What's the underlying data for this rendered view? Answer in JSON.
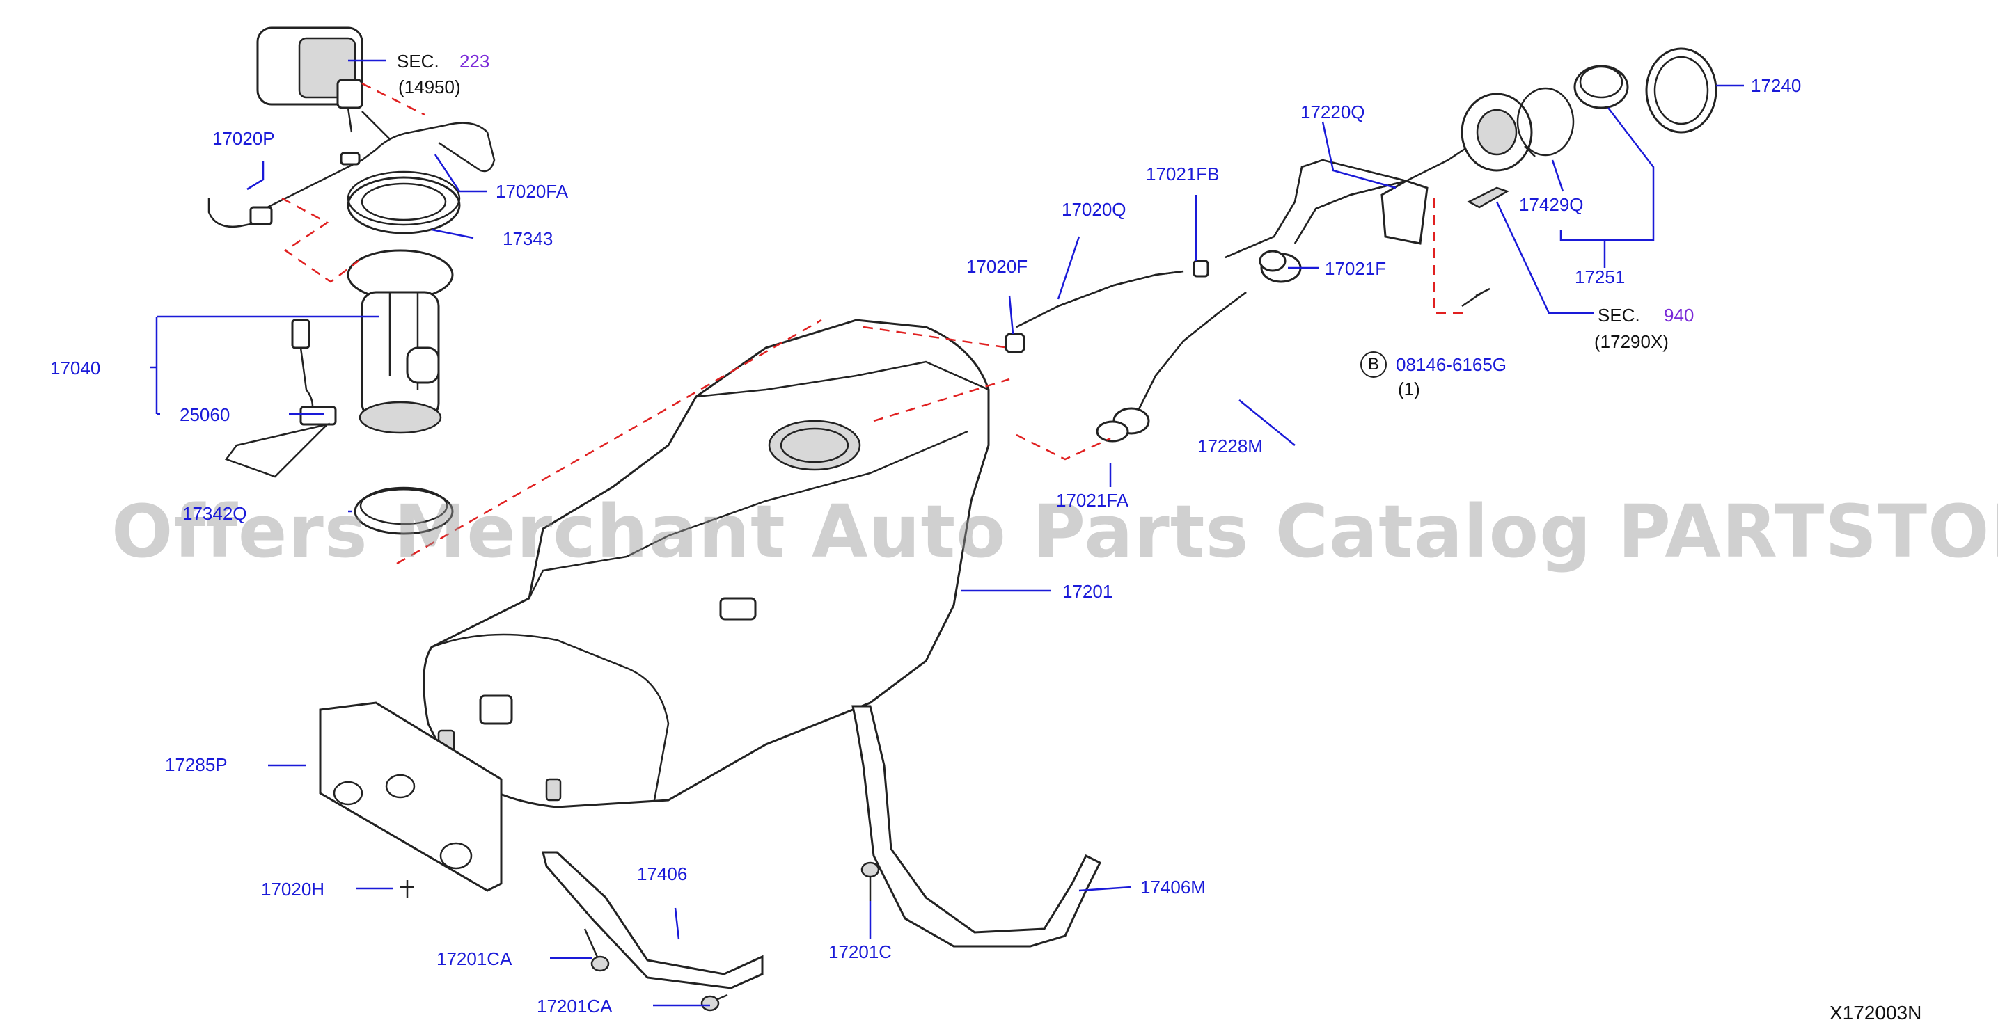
{
  "diagram": {
    "code": "X172003N",
    "watermark": "Offers Merchant Auto Parts Catalog PARTSTORE.SA",
    "colors": {
      "part_label": "#1a1ad8",
      "section_ref": "#7a2ad8",
      "text": "#111111",
      "leader": "#1a1ad8",
      "dashed": "#e02020"
    },
    "labels": {
      "l17020P": "17020P",
      "l17020FA": "17020FA",
      "l17343": "17343",
      "l17040": "17040",
      "l25060": "25060",
      "l17342Q": "17342Q",
      "l17020Q": "17020Q",
      "l17021FB": "17021FB",
      "l17020F": "17020F",
      "l17021F": "17021F",
      "l17220Q": "17220Q",
      "l17228M": "17228M",
      "l17021FA": "17021FA",
      "l17201": "17201",
      "l17285P": "17285P",
      "l17020H": "17020H",
      "l17406": "17406",
      "l17406M": "17406M",
      "l17201CA_a": "17201CA",
      "l17201CA_b": "17201CA",
      "l17201C": "17201C",
      "l17240": "17240",
      "l17429Q": "17429Q",
      "l17251": "17251",
      "l08146": "08146-6165G"
    },
    "sections": {
      "sec223": {
        "prefix": "SEC.",
        "number": "223",
        "sub": "(14950)"
      },
      "sec940": {
        "prefix": "SEC.",
        "number": "940",
        "sub": "(17290X)"
      }
    },
    "bolt": {
      "marker": "B",
      "qty": "(1)"
    }
  }
}
